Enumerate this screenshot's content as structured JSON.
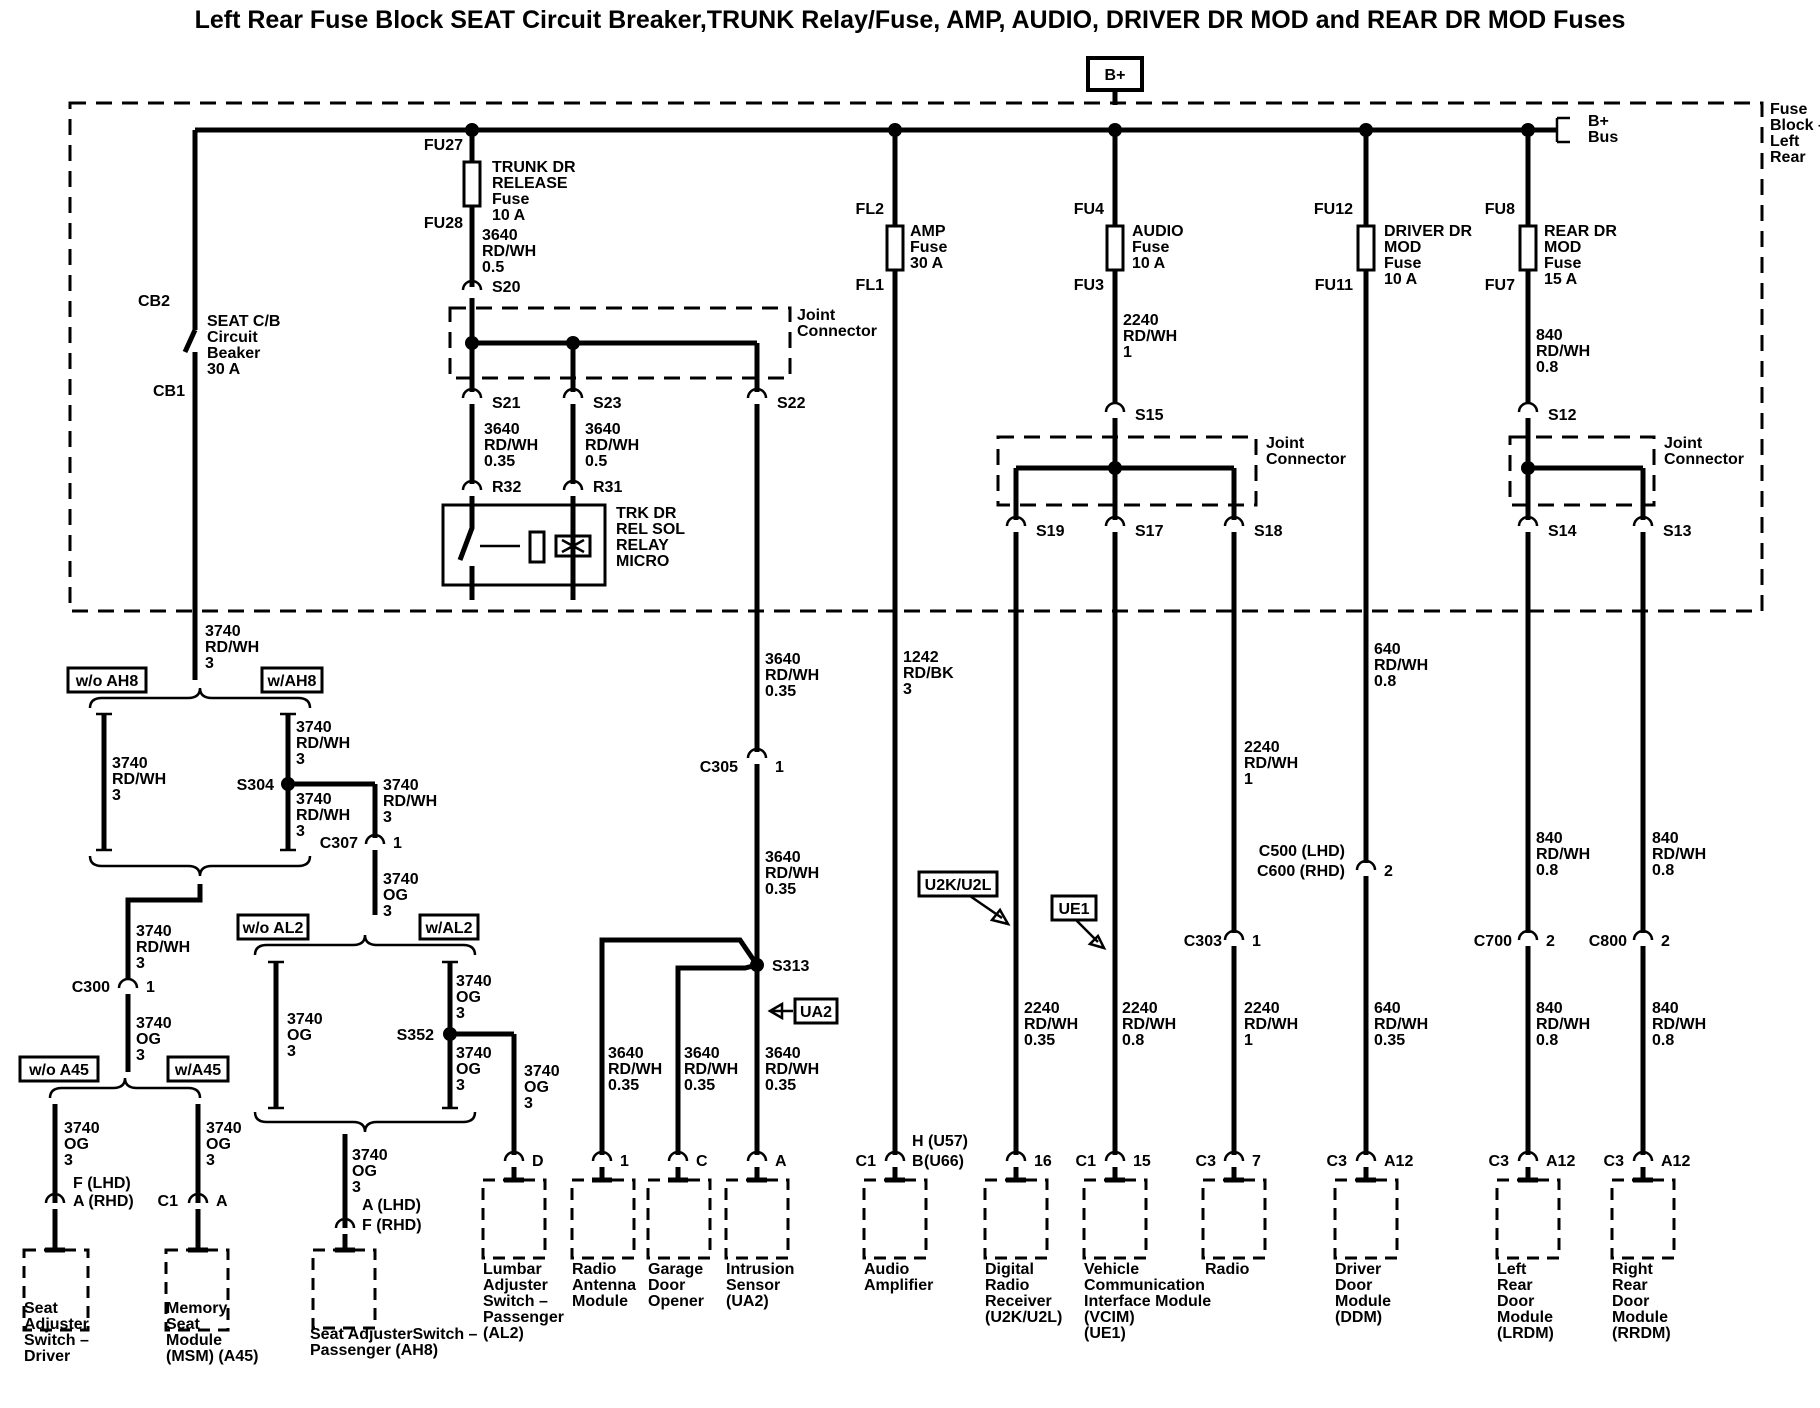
{
  "title": "Left Rear Fuse Block SEAT Circuit Breaker,TRUNK Relay/Fuse, AMP, AUDIO, DRIVER DR MOD and REAR DR MOD Fuses",
  "source": "B+",
  "bus_label": [
    "B+",
    "Bus"
  ],
  "fuse_block_label": [
    "Fuse",
    "Block –",
    "Left",
    "Rear"
  ],
  "joint_connector": [
    "Joint",
    "Connector"
  ],
  "options": {
    "wo_ah8": "w/o AH8",
    "w_ah8": "w/AH8",
    "wo_al2": "w/o AL2",
    "w_al2": "w/AL2",
    "wo_a45": "w/o A45",
    "w_a45": "w/A45",
    "u2k": "U2K/U2L",
    "ue1": "UE1",
    "ua2": "UA2"
  },
  "circuit_breaker": {
    "name": [
      "SEAT C/B",
      "Circuit",
      "Beaker",
      "30 A"
    ],
    "pins": [
      "CB2",
      "CB1"
    ]
  },
  "trunk_fuse": {
    "name": [
      "TRUNK DR",
      "RELEASE",
      "Fuse",
      "10 A"
    ],
    "pins": [
      "FU27",
      "FU28"
    ]
  },
  "relay": {
    "name": [
      "TRK DR",
      "REL SOL",
      "RELAY",
      "MICRO"
    ],
    "pins": [
      "R32",
      "R31"
    ]
  },
  "fuses": [
    {
      "pin_top": "FL2",
      "pin_bot": "FL1",
      "name": [
        "AMP",
        "Fuse",
        "30 A"
      ]
    },
    {
      "pin_top": "FU4",
      "pin_bot": "FU3",
      "name": [
        "AUDIO",
        "Fuse",
        "10 A"
      ]
    },
    {
      "pin_top": "FU12",
      "pin_bot": "FU11",
      "name": [
        "DRIVER DR",
        "MOD",
        "Fuse",
        "10 A"
      ]
    },
    {
      "pin_top": "FU8",
      "pin_bot": "FU7",
      "name": [
        "REAR DR",
        "MOD",
        "Fuse",
        "15 A"
      ]
    }
  ],
  "splices": [
    "S20",
    "S21",
    "S23",
    "S22",
    "S15",
    "S19",
    "S17",
    "S18",
    "S12",
    "S14",
    "S13",
    "S304",
    "S313",
    "S352"
  ],
  "connectors": {
    "c305": [
      "C305",
      "1"
    ],
    "c307": [
      "C307",
      "1"
    ],
    "c300": [
      "C300",
      "1"
    ],
    "c500": [
      "C500 (LHD)",
      "C600 (RHD)",
      "2"
    ],
    "c303": [
      "C303",
      "1"
    ],
    "c700": [
      "C700",
      "2"
    ],
    "c800": [
      "C800",
      "2"
    ]
  },
  "wires": {
    "w3640_05": [
      "3640",
      "RD/WH",
      "0.5"
    ],
    "w3640_035": [
      "3640",
      "RD/WH",
      "0.35"
    ],
    "w3740_3": [
      "3740",
      "RD/WH",
      "3"
    ],
    "w3740og": [
      "3740",
      "OG",
      "3"
    ],
    "w1242": [
      "1242",
      "RD/BK",
      "3"
    ],
    "w2240_1": [
      "2240",
      "RD/WH",
      "1"
    ],
    "w2240_035": [
      "2240",
      "RD/WH",
      "0.35"
    ],
    "w2240_08": [
      "2240",
      "RD/WH",
      "0.8"
    ],
    "w840_08": [
      "840",
      "RD/WH",
      "0.8"
    ],
    "w640_08": [
      "640",
      "RD/WH",
      "0.8"
    ],
    "w640_035": [
      "640",
      "RD/WH",
      "0.35"
    ]
  },
  "components": [
    {
      "id": "seat-adj-driver",
      "pins": [
        "F (LHD)",
        "A (RHD)"
      ],
      "name": [
        "Seat",
        "Adjuster",
        "Switch –",
        "Driver"
      ]
    },
    {
      "id": "msm",
      "pins": [
        "C1",
        "A"
      ],
      "name": [
        "Memory",
        "Seat",
        "Module",
        "(MSM) (A45)"
      ]
    },
    {
      "id": "seat-adj-pass",
      "pins": [
        "A (LHD)",
        "F (RHD)"
      ],
      "name": [
        "Seat AdjusterSwitch –",
        "Passenger (AH8)"
      ]
    },
    {
      "id": "lumbar",
      "pins": [
        "D"
      ],
      "name": [
        "Lumbar",
        "Adjuster",
        "Switch –",
        "Passenger",
        "(AL2)"
      ]
    },
    {
      "id": "radio-antenna",
      "pins": [
        "1"
      ],
      "name": [
        "Radio",
        "Antenna",
        "Module"
      ]
    },
    {
      "id": "garage",
      "pins": [
        "C"
      ],
      "name": [
        "Garage",
        "Door",
        "Opener"
      ]
    },
    {
      "id": "intrusion",
      "pins": [
        "A"
      ],
      "name": [
        "Intrusion",
        "Sensor",
        "(UA2)"
      ]
    },
    {
      "id": "amp",
      "pins": [
        "C1",
        "B",
        "H (U57)",
        "(U66)"
      ],
      "name": [
        "Audio",
        "Amplifier"
      ]
    },
    {
      "id": "digital-radio",
      "pins": [
        "16"
      ],
      "name": [
        "Digital",
        "Radio",
        "Receiver",
        "(U2K/U2L)"
      ]
    },
    {
      "id": "vcim",
      "pins": [
        "C1",
        "15"
      ],
      "name": [
        "Vehicle",
        "Communication",
        "Interface Module",
        "(VCIM)",
        "(UE1)"
      ]
    },
    {
      "id": "radio",
      "pins": [
        "C3",
        "7"
      ],
      "name": [
        "Radio"
      ]
    },
    {
      "id": "ddm",
      "pins": [
        "C3",
        "A12"
      ],
      "name": [
        "Driver",
        "Door",
        "Module",
        "(DDM)"
      ]
    },
    {
      "id": "lrdm",
      "pins": [
        "C3",
        "A12"
      ],
      "name": [
        "Left",
        "Rear",
        "Door",
        "Module",
        "(LRDM)"
      ]
    },
    {
      "id": "rrdm",
      "pins": [
        "C3",
        "A12"
      ],
      "name": [
        "Right",
        "Rear",
        "Door",
        "Module",
        "(RRDM)"
      ]
    }
  ]
}
